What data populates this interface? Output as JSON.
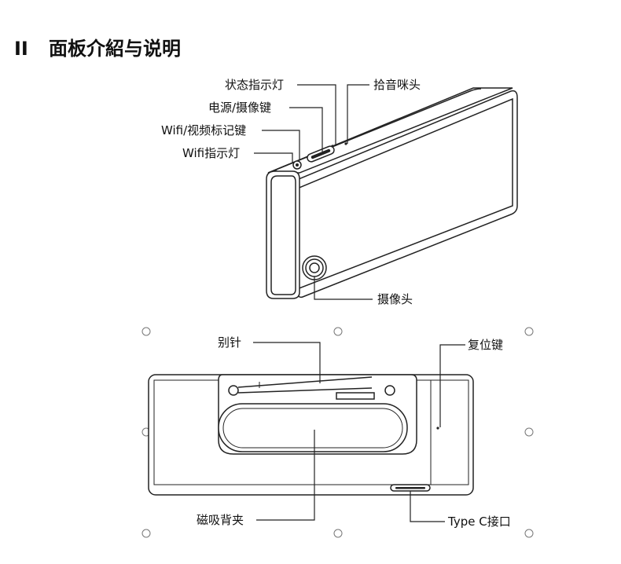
{
  "heading": {
    "number": "II",
    "text": "面板介紹与说明"
  },
  "top_view_labels": {
    "status_led": "状态指示灯",
    "microphone": "拾音咪头",
    "power_camera_key": "电源/摄像键",
    "wifi_video_mark_key": "Wifi/视频标记键",
    "wifi_led": "Wifi指示灯",
    "camera": "摄像头"
  },
  "back_view_labels": {
    "pin": "别针",
    "reset_key": "复位键",
    "magnetic_clip": "磁吸背夹",
    "type_c_port": "Type C接口"
  }
}
